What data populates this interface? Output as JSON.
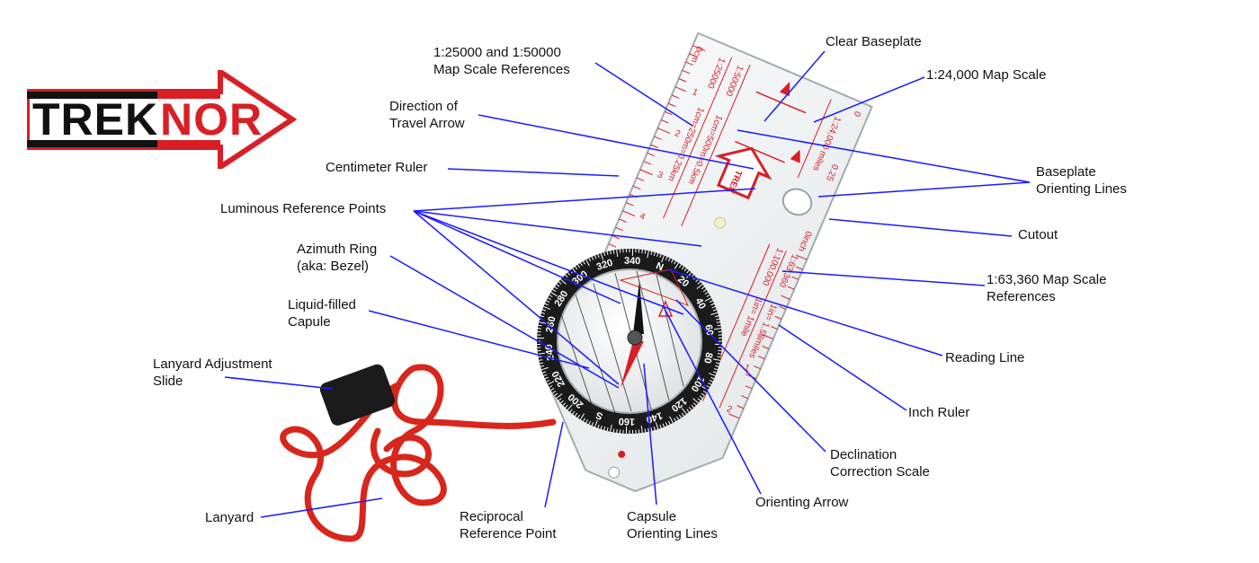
{
  "logo": {
    "part1": "TREK",
    "part2": "NOR"
  },
  "baseplate_text": {
    "mark_0cm": "0cm",
    "mark_0": "0",
    "scale_24000": "1:24,000 miles",
    "tick_025": "0.25",
    "scale_25000": "1:25000",
    "scale_50000": "1:50000",
    "ref_25000": "1cm=250m=0.25km",
    "ref_50000": "1cm=500m=0.5km",
    "cm_1": "1",
    "cm_2": "2",
    "cm_3": "3",
    "cm_4": "4",
    "cm_5": "5",
    "inch": "0inch",
    "scale_100000": "1:100,000",
    "scale_63360": "1:63,360",
    "ref_1in_1mile": "1in= 1mile",
    "ref_1in_158": "1in= 1.58miles",
    "inch_1": "1",
    "inch_2": "2"
  },
  "bezel": {
    "ticks": [
      "N",
      "20",
      "40",
      "60",
      "80",
      "100",
      "120",
      "140",
      "160",
      "S",
      "200",
      "220",
      "240",
      "260",
      "280",
      "300",
      "320",
      "340"
    ]
  },
  "labels": {
    "map_scale_refs": [
      "1:25000 and 1:50000",
      "Map Scale References"
    ],
    "clear_baseplate": [
      "Clear Baseplate"
    ],
    "scale_24000": [
      "1:24,000 Map Scale"
    ],
    "direction_arrow": [
      "Direction of",
      "Travel Arrow"
    ],
    "cm_ruler": [
      "Centimeter Ruler"
    ],
    "orienting_lines": [
      "Baseplate",
      "Orienting Lines"
    ],
    "luminous": [
      "Luminous Reference Points"
    ],
    "cutout": [
      "Cutout"
    ],
    "azimuth": [
      "Azimuth Ring",
      "(aka: Bezel)"
    ],
    "scale_63360": [
      "1:63,360 Map Scale",
      "References"
    ],
    "liquid": [
      "Liquid-filled",
      "Capule"
    ],
    "reading_line": [
      "Reading Line"
    ],
    "lanyard_slide": [
      "Lanyard Adjustment",
      "Slide"
    ],
    "inch_ruler": [
      "Inch Ruler"
    ],
    "declination": [
      "Declination",
      "Correction Scale"
    ],
    "orienting_arrow": [
      "Orienting Arrow"
    ],
    "lanyard": [
      "Lanyard"
    ],
    "reciprocal": [
      "Reciprocal",
      "Reference Point"
    ],
    "capsule_lines": [
      "Capsule",
      "Orienting Lines"
    ]
  },
  "colors": {
    "leader": "#1a1aff",
    "brand_red": "#d81f26",
    "ink": "#111111",
    "lanyard": "#d8261c"
  }
}
